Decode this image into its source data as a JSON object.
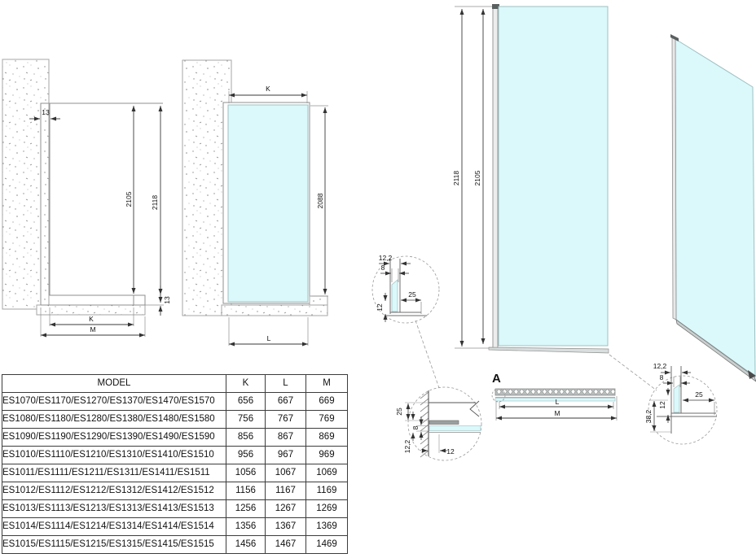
{
  "colors": {
    "glass": "#dbf8fa",
    "outline_gray": "#999999",
    "dim_line": "#3a3a3a",
    "text": "#111111",
    "profile_dark": "#5a5f5f",
    "rail_gray": "#c9cfcf"
  },
  "left_view": {
    "dims": {
      "gap_top": "13",
      "height_inner": "2105",
      "height_outer": "2118",
      "gap_bottom": "13",
      "width_k": "K",
      "width_m": "M"
    }
  },
  "wall_view": {
    "dims": {
      "width_k": "K",
      "glass_height": "2088",
      "width_l": "L"
    }
  },
  "panel_view": {
    "dims": {
      "height_outer": "2118",
      "height_inner": "2105"
    }
  },
  "section": {
    "label": "A",
    "dims": {
      "width_l": "L",
      "width_m": "M"
    }
  },
  "detail_floor": {
    "dims": {
      "profile_w": "12,2",
      "glass_t": "8",
      "leg": "25",
      "leg_h": "12"
    }
  },
  "detail_wall": {
    "dims": {
      "depth": "25",
      "glass_t": "8",
      "profile_w": "12,2",
      "leg": "12"
    }
  },
  "detail_corner": {
    "dims": {
      "profile_w": "12,2",
      "glass_t": "8",
      "leg": "25",
      "leg_h": "12",
      "total": "38,2"
    }
  },
  "table": {
    "headers": [
      "MODEL",
      "K",
      "L",
      "M"
    ],
    "rows": [
      {
        "model": "ES1070/ES1170/ES1270/ES1370/ES1470/ES1570",
        "k": "656",
        "l": "667",
        "m": "669"
      },
      {
        "model": "ES1080/ES1180/ES1280/ES1380/ES1480/ES1580",
        "k": "756",
        "l": "767",
        "m": "769"
      },
      {
        "model": "ES1090/ES1190/ES1290/ES1390/ES1490/ES1590",
        "k": "856",
        "l": "867",
        "m": "869"
      },
      {
        "model": "ES1010/ES1110/ES1210/ES1310/ES1410/ES1510",
        "k": "956",
        "l": "967",
        "m": "969"
      },
      {
        "model": "ES1011/ES1111/ES1211/ES1311/ES1411/ES1511",
        "k": "1056",
        "l": "1067",
        "m": "1069"
      },
      {
        "model": "ES1012/ES1112/ES1212/ES1312/ES1412/ES1512",
        "k": "1156",
        "l": "1167",
        "m": "1169"
      },
      {
        "model": "ES1013/ES1113/ES1213/ES1313/ES1413/ES1513",
        "k": "1256",
        "l": "1267",
        "m": "1269"
      },
      {
        "model": "ES1014/ES1114/ES1214/ES1314/ES1414/ES1514",
        "k": "1356",
        "l": "1367",
        "m": "1369"
      },
      {
        "model": "ES1015/ES1115/ES1215/ES1315/ES1415/ES1515",
        "k": "1456",
        "l": "1467",
        "m": "1469"
      }
    ]
  }
}
